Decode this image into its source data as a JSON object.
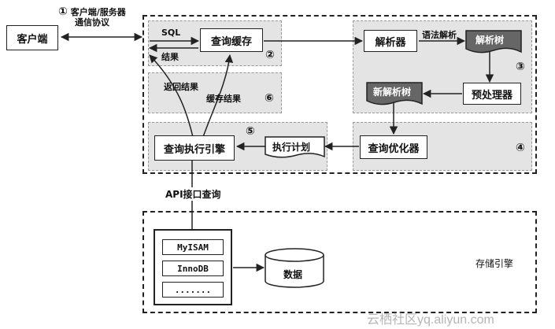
{
  "client": {
    "label": "客户端"
  },
  "protocol": {
    "marker": "①",
    "line1": "客户端/服务器",
    "line2": "通信协议"
  },
  "query_cache": {
    "label": "查询缓存",
    "marker": "②",
    "sql_label": "SQL",
    "result_label": "结果"
  },
  "parser": {
    "label": "解析器",
    "edge_label": "语法解析"
  },
  "parse_tree": {
    "label": "解析树",
    "marker": "③"
  },
  "preprocessor": {
    "label": "预处理器"
  },
  "new_parse_tree": {
    "label": "新解析树"
  },
  "return_area": {
    "return_label": "返回结果",
    "cache_label": "缓存结果",
    "marker": "⑥"
  },
  "optimizer": {
    "label": "查询优化器",
    "marker": "④"
  },
  "execution_plan": {
    "label": "执行计划",
    "marker": "⑤"
  },
  "execution_engine": {
    "label": "查询执行引擎"
  },
  "api": {
    "label": "API接口查询"
  },
  "storage": {
    "label": "存储引擎",
    "engines": [
      "MyISAM",
      "InnoDB",
      "......."
    ],
    "data_label": "数据"
  },
  "watermark": "云栖社区yq.aliyun.com"
}
